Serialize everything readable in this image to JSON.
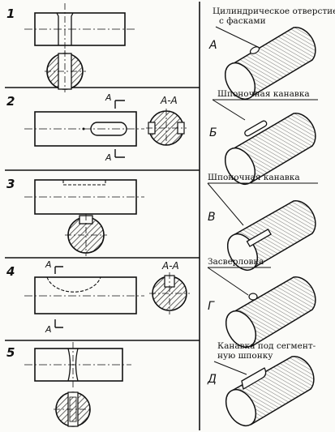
{
  "rows": [
    {
      "num": "1",
      "letter": "А",
      "caption": [
        "Цилиндрическое отверстие",
        "с фасками"
      ]
    },
    {
      "num": "2",
      "letter": "Б",
      "caption": [
        "Шпоночная канавка"
      ],
      "section_marks": [
        "А",
        "А"
      ],
      "section_label": "А-А"
    },
    {
      "num": "3",
      "letter": "В",
      "caption": [
        "Шпоночная канавка"
      ]
    },
    {
      "num": "4",
      "letter": "Г",
      "caption": [
        "Засверловка"
      ],
      "section_marks": [
        "А",
        "А"
      ],
      "section_label": "А-А"
    },
    {
      "num": "5",
      "letter": "Д",
      "caption": [
        "Канавка под сегмент-",
        "ную шпонку"
      ]
    }
  ]
}
